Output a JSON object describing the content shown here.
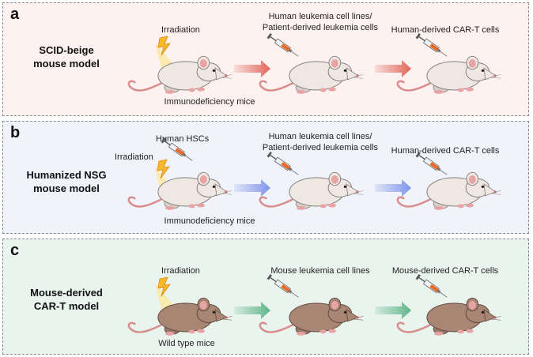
{
  "panels": [
    {
      "letter": "a",
      "model_lines": [
        "SCID-beige",
        "mouse model"
      ],
      "top_labels": [
        "Irradiation",
        "Human leukemia cell lines/",
        "Patient-derived leukemia cells",
        "Human-derived CAR-T cells"
      ],
      "bottom_label": "Immunodeficiency mice",
      "mouse_color": "#efe7e1",
      "arrow_color": "#e2675a"
    },
    {
      "letter": "b",
      "model_lines": [
        "Humanized NSG",
        "mouse model"
      ],
      "top_labels": [
        "Human HSCs",
        "Irradiation",
        "Human leukemia cell lines/",
        "Patient-derived leukemia cells",
        "Human-derived CAR-T cells"
      ],
      "bottom_label": "Immunodeficiency mice",
      "mouse_color": "#efe7e1",
      "arrow_color": "#7f95ea"
    },
    {
      "letter": "c",
      "model_lines": [
        "Mouse-derived",
        "CAR-T model"
      ],
      "top_labels": [
        "Irradiation",
        "Mouse leukemia cell lines",
        "Mouse-derived CAR-T cells"
      ],
      "bottom_label": "Wild type mice",
      "mouse_color": "#a98574",
      "arrow_color": "#5fb58a"
    }
  ],
  "icons": {
    "irradiation": "lightning-bolt-icon",
    "injection": "syringe-icon",
    "animal": "mouse-icon",
    "flow": "right-arrow-icon"
  }
}
